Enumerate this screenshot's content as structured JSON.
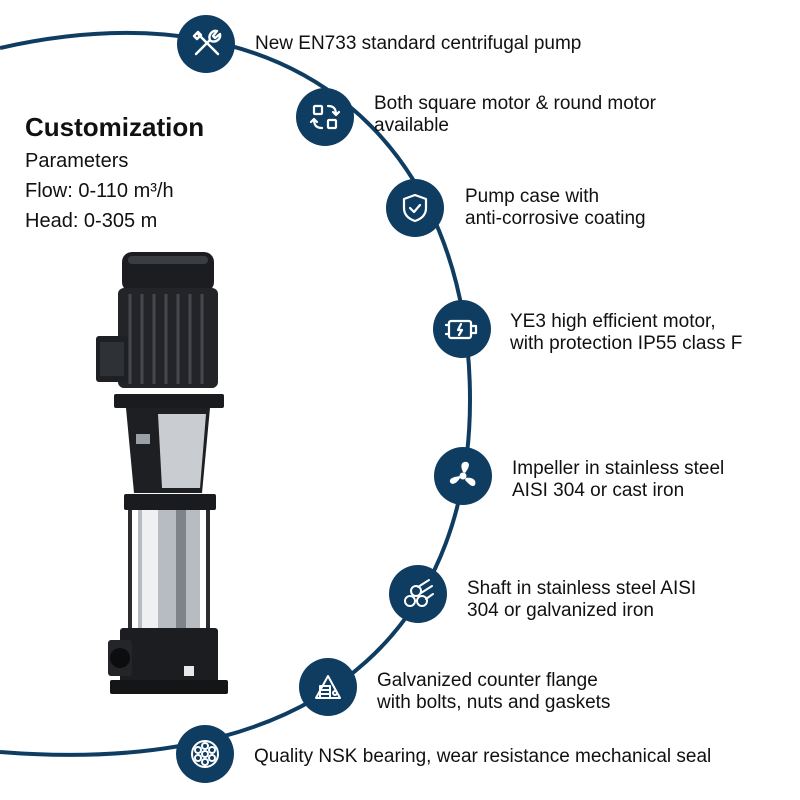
{
  "colors": {
    "accent": "#0f3d62",
    "arc": "#0f3d62",
    "text": "#111111"
  },
  "heading": {
    "title": "Customization",
    "subtitle": "Parameters",
    "flow": "Flow: 0-110 m³/h",
    "head": "Head: 0-305 m"
  },
  "product_image": {
    "subject": "vertical multistage centrifugal pump"
  },
  "features": [
    {
      "icon": "tools-icon",
      "lines": [
        "New EN733 standard centrifugal pump"
      ]
    },
    {
      "icon": "convert-icon",
      "lines": [
        "Both square motor & round motor",
        "available"
      ]
    },
    {
      "icon": "shield-check-icon",
      "lines": [
        "Pump case with",
        "anti-corrosive coating"
      ]
    },
    {
      "icon": "motor-icon",
      "lines": [
        "YE3 high efficient motor,",
        "with protection IP55 class F"
      ]
    },
    {
      "icon": "impeller-icon",
      "lines": [
        "Impeller in stainless steel",
        "AISI 304 or cast iron"
      ]
    },
    {
      "icon": "shaft-icon",
      "lines": [
        "Shaft in stainless steel AISI",
        "304 or galvanized iron"
      ]
    },
    {
      "icon": "flange-icon",
      "lines": [
        "Galvanized counter flange",
        "with bolts, nuts and gaskets"
      ]
    },
    {
      "icon": "bearing-icon",
      "lines": [
        "Quality NSK bearing, wear resistance mechanical seal"
      ]
    }
  ]
}
